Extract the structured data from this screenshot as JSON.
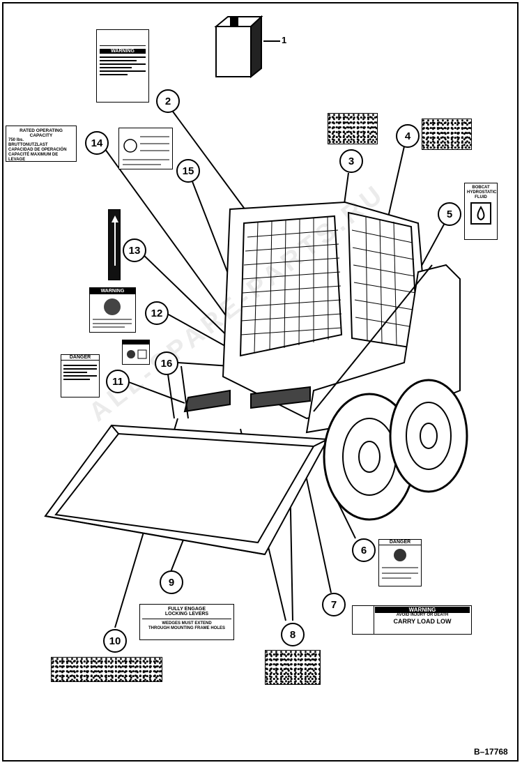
{
  "figure_id": "B–17768",
  "callouts": [
    "1",
    "2",
    "3",
    "4",
    "5",
    "6",
    "7",
    "8",
    "9",
    "10",
    "11",
    "12",
    "13",
    "14",
    "15",
    "16"
  ],
  "decals": {
    "rated_capacity": {
      "lines": [
        "RATED OPERATING CAPACITY",
        "750 lbs.",
        "BRUTTONUTZLAST",
        "CAPACIDAD DE OPERACIÓN",
        "CAPACITÉ MAXIMUM DE LEVAGE"
      ]
    },
    "operator_manual_decal": {
      "header": "WARNING"
    },
    "hydrostatic_fluid": {
      "lines": [
        "BOBCAT",
        "HYDROSTATIC",
        "FLUID"
      ]
    },
    "warning_engine": {
      "header": "WARNING"
    },
    "danger_left": {
      "header": "DANGER"
    },
    "danger_right": {
      "header": "DANGER"
    },
    "locking_levers": {
      "line1": "FULLY ENGAGE",
      "line2": "LOCKING LEVERS",
      "line3": "WEDGES MUST EXTEND",
      "line4": "THROUGH MOUNTING FRAME HOLES"
    },
    "carry_load_low": {
      "header": "WARNING",
      "line1": "AVOID INJURY OR DEATH",
      "line2": "CARRY LOAD LOW"
    }
  },
  "watermark": "ALL-SPARE-PARTS.RU"
}
